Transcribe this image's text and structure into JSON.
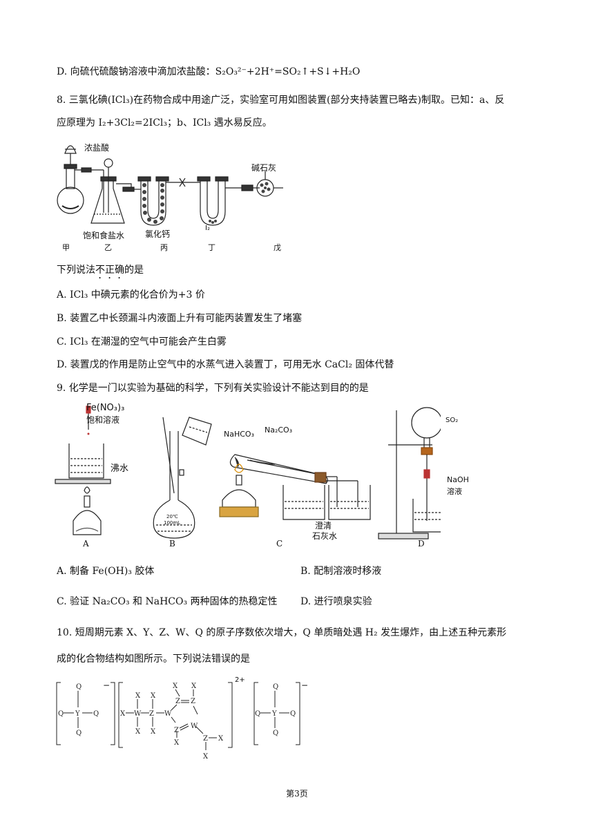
{
  "q7": {
    "option_d_text": "D. 向硫代硫酸钠溶液中滴加浓盐酸：",
    "option_d_equation": "S₂O₃²⁻+2H⁺=SO₂↑+S↓+H₂O"
  },
  "q8": {
    "stem_line1": "8. 三氯化碘(ICl₃)在药物合成中用途广泛，实验室可用如图装置(部分夹持装置已略去)制取。已知：a、反",
    "stem_line2": "应原理为 I₂+3Cl₂=2ICl₃；b、ICl₃ 遇水易反应。",
    "labels": {
      "conc_hcl": "浓盐酸",
      "soda_lime": "碱石灰",
      "brine": "饱和食盐水",
      "cacl2": "氯化钙",
      "iodine": "I₂",
      "jia": "甲",
      "yi": "乙",
      "bing": "丙",
      "ding": "丁",
      "wu": "戊"
    },
    "question_prefix": "下列说法",
    "question_emph": "不正确",
    "question_suffix": "的是",
    "options": {
      "a": "A. ICl₃ 中碘元素的化合价为+3 价",
      "b": "B. 装置乙中长颈漏斗内液面上升有可能丙装置发生了堵塞",
      "c": "C. ICl₃ 在潮湿的空气中可能会产生白雾",
      "d": "D. 装置戊的作用是防止空气中的水蒸气进入装置丁，可用无水 CaCl₂ 固体代替"
    }
  },
  "q9": {
    "stem": "9. 化学是一门以实验为基础的科学，下列有关实验设计不能达到目的的是",
    "labels": {
      "fe_no3": "Fe(NO₃)₃",
      "sat_sol": "饱和溶液",
      "boiling": "沸水",
      "temp": "20℃",
      "vol": "100mL",
      "nahco3": "NaHCO₃",
      "na2co3": "Na₂CO₃",
      "limewater1": "澄清",
      "limewater2": "石灰水",
      "so2": "SO₂",
      "naoh1": "NaOH",
      "naoh2": "溶液",
      "cap_a": "A",
      "cap_b": "B",
      "cap_c": "C",
      "cap_d": "D"
    },
    "options": {
      "a": "A. 制备 Fe(OH)₃ 胶体",
      "b": "B. 配制溶液时移液",
      "c": "C. 验证 Na₂CO₃ 和 NaHCO₃ 两种固体的热稳定性",
      "d": "D. 进行喷泉实验"
    }
  },
  "q10": {
    "stem_line1": "10. 短周期元素 X、Y、Z、W、Q 的原子序数依次增大，Q 单质暗处遇 H₂ 发生爆炸，由上述五种元素形",
    "stem_line2": "成的化合物结构如图所示。下列说法错误的是",
    "charge_minus": "−",
    "charge_2plus": "2+"
  },
  "footer": {
    "page": "第3页"
  }
}
